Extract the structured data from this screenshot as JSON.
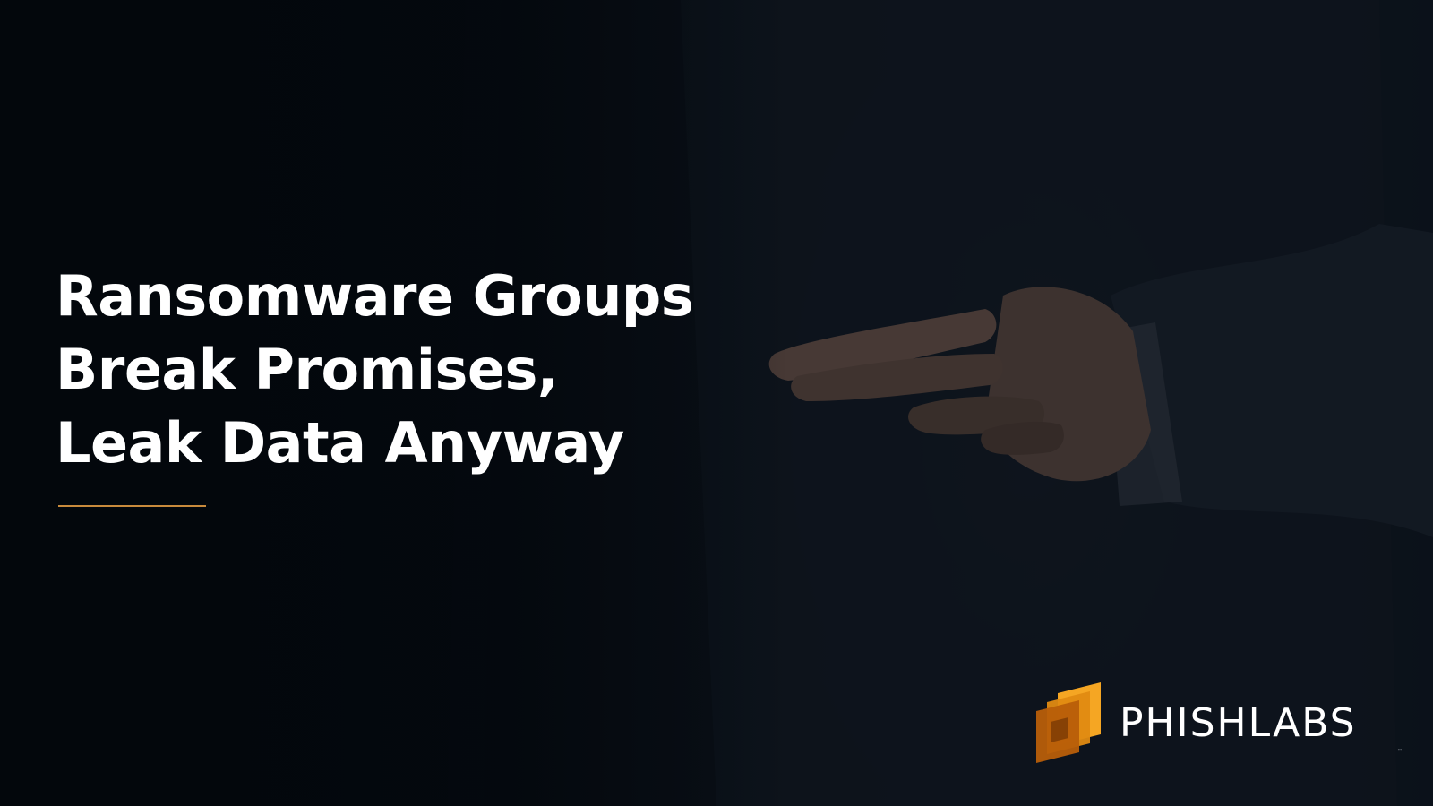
{
  "slide": {
    "title_lines": [
      "Ransomware Groups",
      "Break Promises,",
      "Leak Data Anyway"
    ],
    "accent_color": "#c88a3c"
  },
  "brand": {
    "name": "PHISHLABS",
    "trademark": "™",
    "logo_icon": "layered-squares-logo-icon",
    "logo_colors": [
      "#f5a623",
      "#e08a12",
      "#b85e0a"
    ]
  },
  "background": {
    "image_icon": "crossed-fingers-behind-back-photo",
    "tone": "#0a121a"
  }
}
